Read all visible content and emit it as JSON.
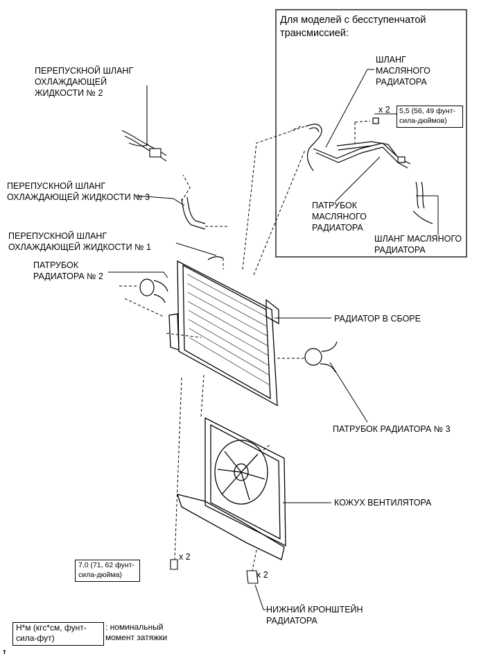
{
  "inset": {
    "heading": "Для моделей с бесступенчатой\nтрансмиссией:",
    "oil_hose_top": "ШЛАНГ\nМАСЛЯНОГО\nРАДИАТОРА",
    "oil_pipe": "ПАТРУБОК\nМАСЛЯНОГО\nРАДИАТОРА",
    "oil_hose_bottom": "ШЛАНГ МАСЛЯНОГО\nРАДИАТОРА",
    "count": "x 2",
    "torque": "5,5 (56, 49 фунт-\nсила-дюймов)"
  },
  "labels": {
    "bypass_hose_2": "ПЕРЕПУСКНОЙ ШЛАНГ\nОХЛАЖДАЮЩЕЙ\nЖИДКОСТИ № 2",
    "bypass_hose_3": "ПЕРЕПУСКНОЙ ШЛАНГ\nОХЛАЖДАЮЩЕЙ ЖИДКОСТИ № 3",
    "bypass_hose_1": "ПЕРЕПУСКНОЙ ШЛАНГ\nОХЛАЖДАЮЩЕЙ ЖИДКОСТИ № 1",
    "radiator_pipe_2": "ПАТРУБОК\nРАДИАТОРА № 2",
    "radiator_assembly": "РАДИАТОР В СБОРЕ",
    "radiator_pipe_3": "ПАТРУБОК РАДИАТОРА № 3",
    "fan_shroud": "КОЖУХ ВЕНТИЛЯТОРА",
    "lower_bracket": "НИЖНИЙ КРОНШТЕЙН\nРАДИАТОРА",
    "count_bolt": "x 2",
    "count_bracket": "x 2"
  },
  "torque_bottom": "7,0 (71, 62 фунт-\nсила-дюйма)",
  "legend": {
    "unit": "Н*м (кгс*см, фунт-\nсила-фут)",
    "desc": ": номинальный\nмомент затяжки"
  },
  "footer_mark": "т"
}
